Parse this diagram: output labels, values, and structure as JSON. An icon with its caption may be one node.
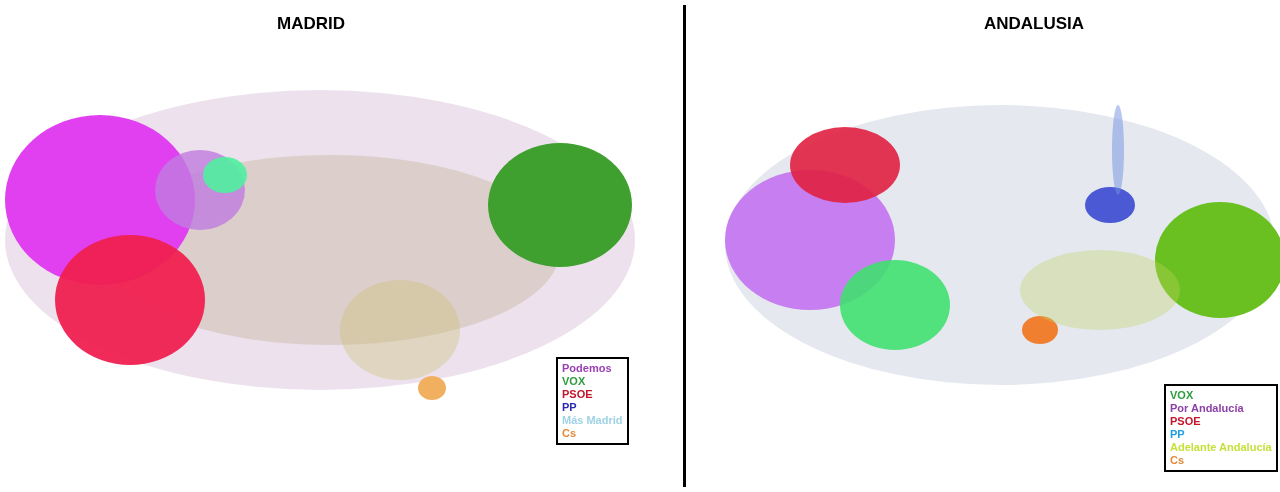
{
  "diagram": {
    "labels": [
      "MADRID",
      "ANDALUSIA"
    ],
    "legend": [
      {
        "text": "Podemos",
        "color": "#9b3fb5"
      },
      {
        "text": "VOX",
        "color": "#2e9b3c"
      },
      {
        "text": "PSOE",
        "color": "#c4162a"
      },
      {
        "text": "PP",
        "color": "#2a2ab0"
      },
      {
        "text": "Más Madrid",
        "color": "#9fd3e6"
      },
      {
        "text": "Cs",
        "color": "#e08a3c"
      },
      {
        "text": "VOX",
        "color": "#2e9b3c"
      },
      {
        "text": "Por Andalucía",
        "color": "#8e3fa8"
      },
      {
        "text": "PSOE",
        "color": "#c4162a"
      },
      {
        "text": "PP",
        "color": "#1e9fe0"
      },
      {
        "text": "Adelante Andalucía",
        "color": "#c8e03a"
      },
      {
        "text": "Cs",
        "color": "#e08a3c"
      }
    ]
  }
}
